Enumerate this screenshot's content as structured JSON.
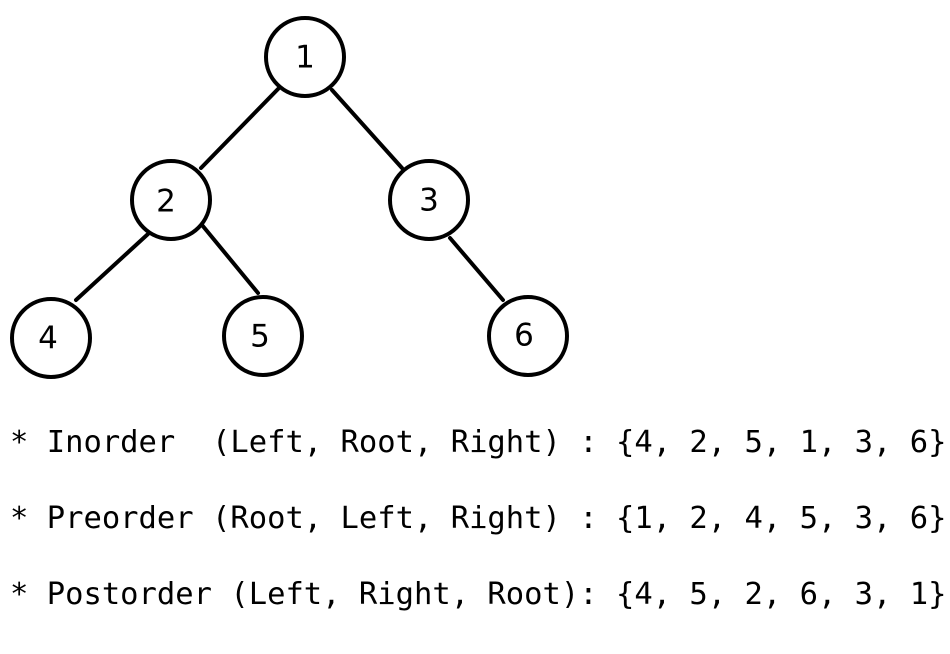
{
  "tree": {
    "nodes": [
      {
        "id": "1",
        "label": "1"
      },
      {
        "id": "2",
        "label": "2"
      },
      {
        "id": "3",
        "label": "3"
      },
      {
        "id": "4",
        "label": "4"
      },
      {
        "id": "5",
        "label": "5"
      },
      {
        "id": "6",
        "label": "6"
      }
    ],
    "edges": [
      {
        "from": "1",
        "to": "2"
      },
      {
        "from": "1",
        "to": "3"
      },
      {
        "from": "2",
        "to": "4"
      },
      {
        "from": "2",
        "to": "5"
      },
      {
        "from": "3",
        "to": "6"
      }
    ]
  },
  "traversals": {
    "inorder": "* Inorder  (Left, Root, Right) : {4, 2, 5, 1, 3, 6}",
    "preorder": "* Preorder (Root, Left, Right) : {1, 2, 4, 5, 3, 6}",
    "postorder": "* Postorder (Left, Right, Root): {4, 5, 2, 6, 3, 1}"
  }
}
